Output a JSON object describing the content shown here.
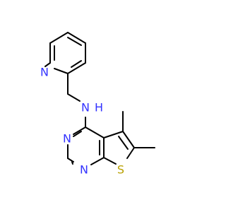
{
  "molecule": {
    "atoms": {
      "N_pyridine": "N",
      "N_amine": "N",
      "H_amine": "H",
      "N_pyrimidine_3": "N",
      "N_pyrimidine_1": "N",
      "S_thiophene": "S"
    },
    "colors": {
      "bond": "#000000",
      "nitrogen": "#3333ff",
      "sulfur": "#b8a000"
    }
  }
}
